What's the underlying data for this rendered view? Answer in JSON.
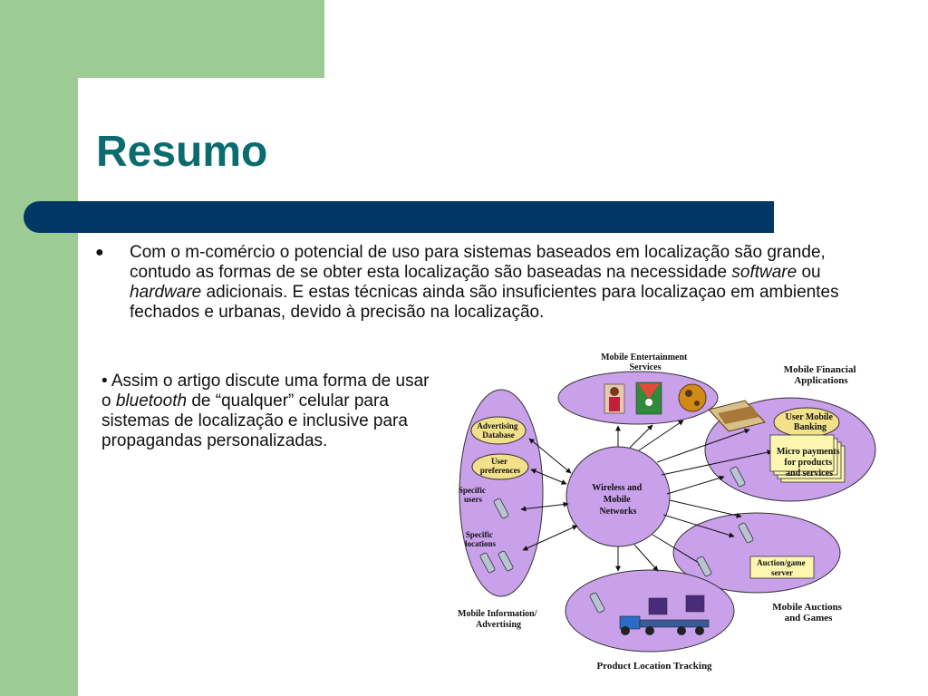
{
  "slide": {
    "title": "Resumo",
    "bullet1": {
      "part1": "Com o m-comércio o potencial de uso para sistemas baseados em localização são grande, contudo as formas de se obter esta localização são baseadas na necessidade ",
      "em1": "software",
      "part2": " ou ",
      "em2": "hardware",
      "part3": " adicionais. E estas técnicas ainda são insuficientes para localizaçao em ambientes fechados e urbanas, devido à precisão na localização."
    },
    "bullet2": {
      "part1": "• Assim o artigo discute uma forma de usar o ",
      "em": "bluetooth",
      "part2": " de “qualquer” celular para sistemas de localização e inclusive para propagandas personalizadas."
    }
  },
  "diagram": {
    "center": [
      "Wireless and",
      "Mobile",
      "Networks"
    ],
    "entertainment": [
      "Mobile Entertainment",
      "Services"
    ],
    "financial": [
      "Mobile Financial",
      "Applications"
    ],
    "user_banking": [
      "User Mobile",
      "Banking"
    ],
    "micro_payments": [
      "Micro payments",
      "for products",
      "and services"
    ],
    "advertising_db": [
      "Advertising",
      "Database"
    ],
    "user_prefs": [
      "User",
      "preferences"
    ],
    "specific_users": [
      "Specific",
      "users"
    ],
    "specific_locations": [
      "Specific",
      "locations"
    ],
    "info_ad": [
      "Mobile Information/",
      "Advertising"
    ],
    "auction_server": [
      "Auction/game",
      "server"
    ],
    "auctions": [
      "Mobile Auctions",
      "and Games"
    ],
    "tracking": "Product Location Tracking"
  },
  "colors": {
    "green": "#9dcb94",
    "bar": "#003865",
    "title": "#0b6b6e",
    "ellipse": "#c9a0ea"
  }
}
